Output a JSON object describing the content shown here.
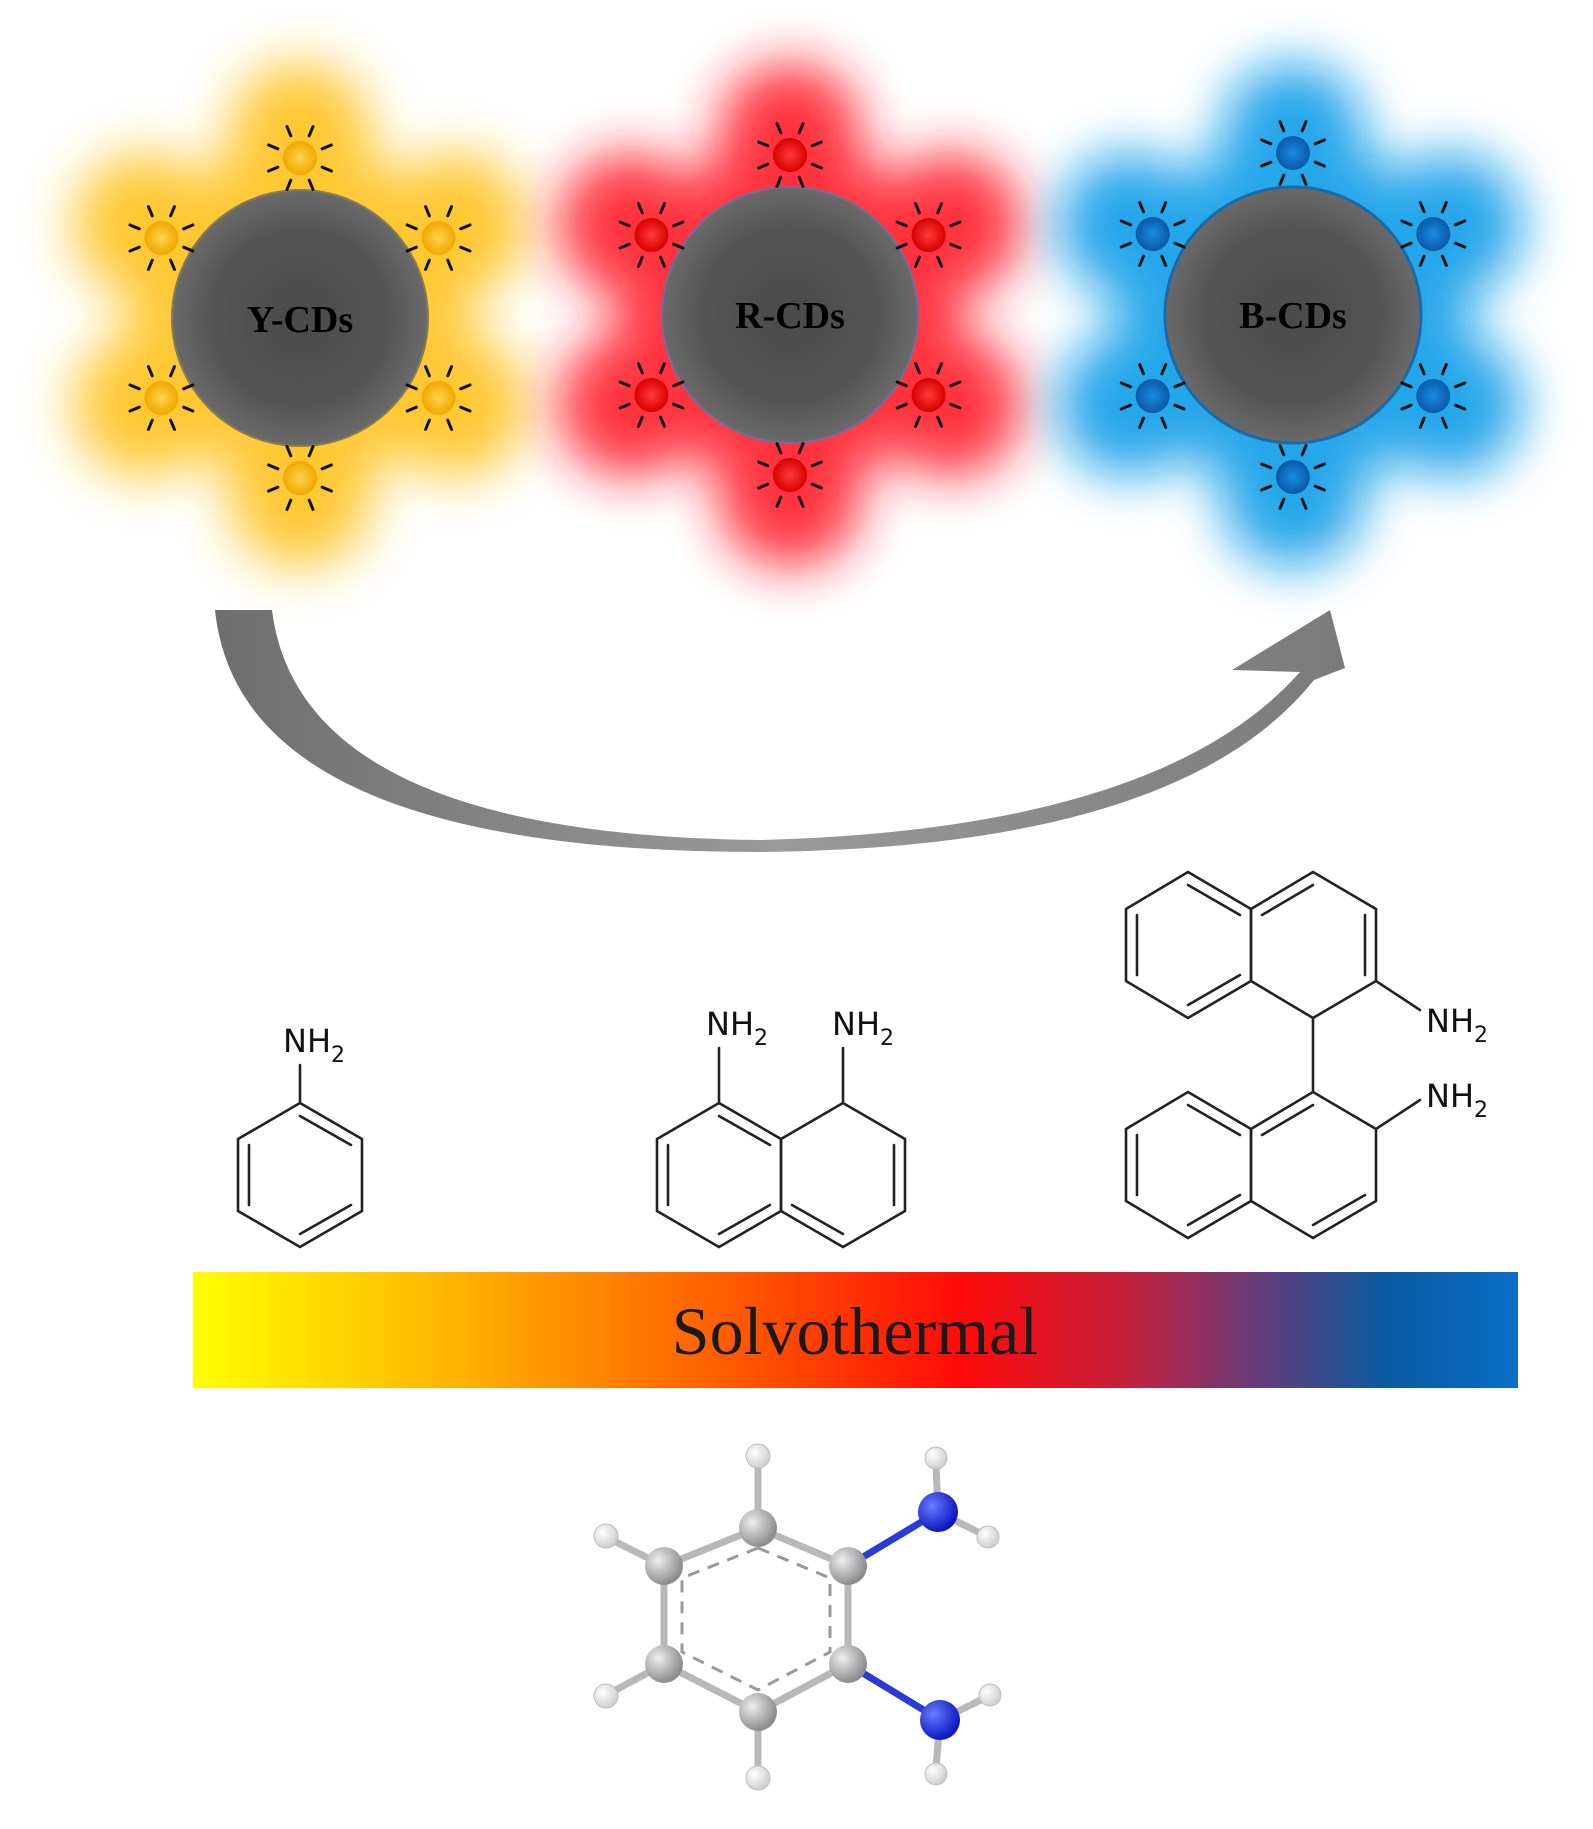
{
  "dots": [
    {
      "label": "Y-CDs",
      "glow": "#ffc21a",
      "emitter": "#f5b40a"
    },
    {
      "label": "R-CDs",
      "glow": "#ff1a2a",
      "emitter": "#ee1111"
    },
    {
      "label": "B-CDs",
      "glow": "#0b9de8",
      "emitter": "#0a72c8"
    }
  ],
  "precursors": {
    "aniline": {
      "amine": "NH",
      "sub": "2"
    },
    "diaminonaphthalene": {
      "amine": "NH",
      "sub": "2"
    },
    "binaphthyldiamine": {
      "amine": "NH",
      "sub": "2"
    }
  },
  "gradient": {
    "label": "Solvothermal",
    "stops": [
      "#ffff00",
      "#ffaa00",
      "#ff5500",
      "#ff0a0a",
      "#c8203a",
      "#6a3a78",
      "#0a5aa0",
      "#0a6ec8"
    ]
  },
  "arrow_color": "#7c7c7c",
  "atom_colors": {
    "carbon": "#a8a8a8",
    "nitrogen": "#1a2ee0",
    "hydrogen": "#f2f2f2"
  }
}
